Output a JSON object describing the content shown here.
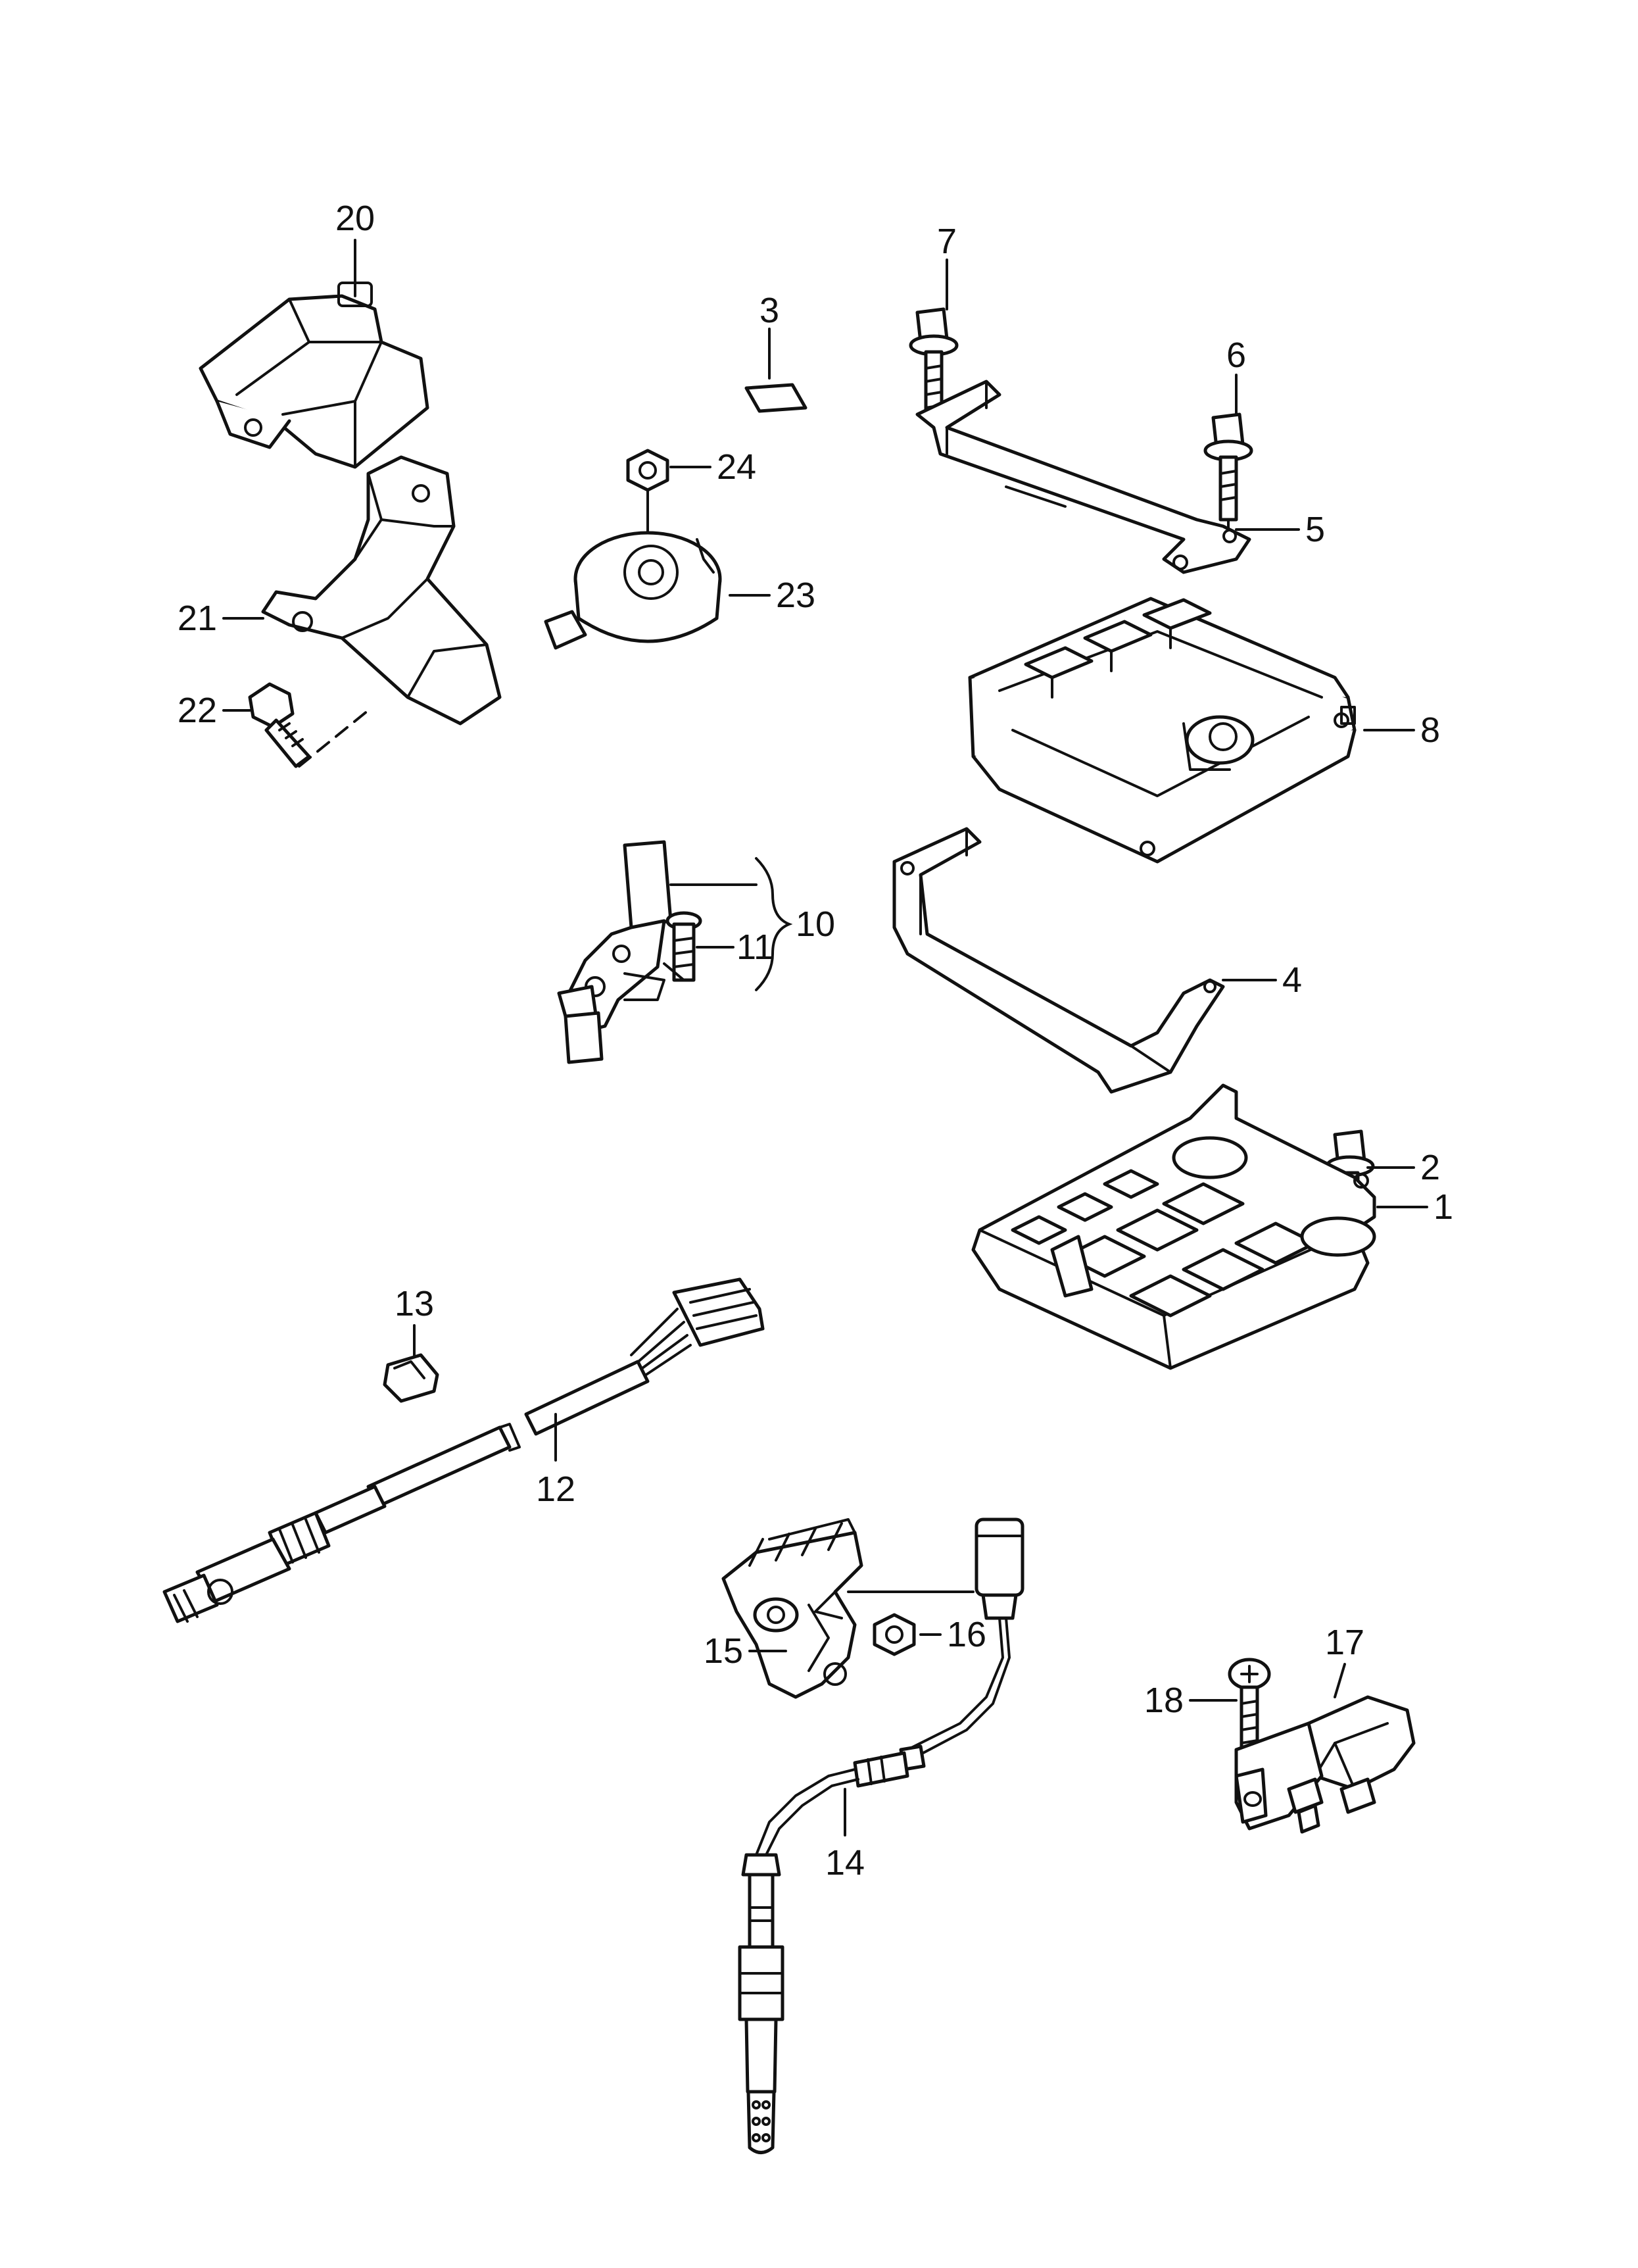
{
  "callouts": {
    "c1": "1",
    "c2": "2",
    "c3": "3",
    "c4": "4",
    "c5": "5",
    "c6": "6",
    "c7": "7",
    "c8": "8",
    "c10": "10",
    "c11": "11",
    "c12": "12",
    "c13": "13",
    "c14": "14",
    "c15": "15",
    "c16": "16",
    "c17": "17",
    "c18": "18",
    "c20": "20",
    "c21": "21",
    "c22": "22",
    "c23": "23",
    "c24": "24"
  },
  "colors": {
    "line": "#111111",
    "background": "#ffffff"
  }
}
